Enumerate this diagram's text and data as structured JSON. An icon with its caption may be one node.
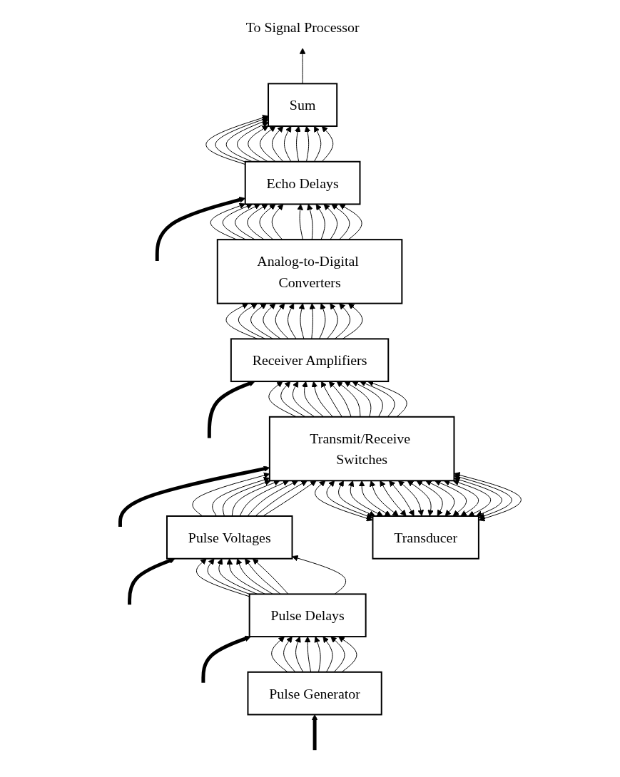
{
  "diagram": {
    "nodes": [
      {
        "text": [
          "To Signal Processor"
        ]
      },
      {
        "text": [
          "Sum"
        ]
      },
      {
        "text": [
          "Echo Delays"
        ]
      },
      {
        "text": [
          "Analog-to-Digital Converters"
        ]
      },
      {
        "text": [
          "Receiver Amplifiers"
        ]
      },
      {
        "text": [
          "Transmit/Receive Switches"
        ]
      },
      {
        "text": [
          "Pulse Voltages"
        ]
      },
      {
        "text": [
          "Pulse Delays"
        ]
      },
      {
        "text": [
          "Pulse Generator"
        ]
      },
      {
        "text": [
          "Transducer"
        ]
      }
    ],
    "edges": [
      {
        "from": 1,
        "to": 0,
        "arrow": "to"
      },
      {
        "from": null,
        "to": 2,
        "arrow": "to",
        "style": "thick"
      },
      {
        "from": null,
        "to": 4,
        "arrow": "to",
        "style": "thick"
      },
      {
        "from": null,
        "to": 5,
        "arrow": "to",
        "style": "thick"
      },
      {
        "from": null,
        "to": 6,
        "arrow": "to",
        "style": "thick"
      },
      {
        "from": null,
        "to": 7,
        "arrow": "to",
        "style": "thick"
      },
      {
        "from": null,
        "to": 8,
        "arrow": "to",
        "style": "thick"
      },
      {
        "from": 2,
        "to": 1,
        "arrow": "to"
      },
      {
        "from": 2,
        "to": 1,
        "arrow": "to"
      },
      {
        "from": 2,
        "to": 1,
        "arrow": "to"
      },
      {
        "from": 2,
        "to": 1,
        "arrow": "to"
      },
      {
        "from": 2,
        "to": 1,
        "arrow": "to"
      },
      {
        "from": 2,
        "to": 1,
        "arrow": "to"
      },
      {
        "from": 2,
        "to": 1,
        "arrow": "to"
      },
      {
        "from": 2,
        "to": 1,
        "arrow": "to"
      },
      {
        "from": 2,
        "to": 1,
        "arrow": "to"
      },
      {
        "from": 2,
        "to": 1,
        "arrow": "to"
      },
      {
        "from": 2,
        "to": 1,
        "arrow": "to"
      },
      {
        "from": 2,
        "to": 1,
        "arrow": "to"
      },
      {
        "from": 3,
        "to": 2,
        "arrow": "to"
      },
      {
        "from": 3,
        "to": 2,
        "arrow": "to"
      },
      {
        "from": 3,
        "to": 2,
        "arrow": "to"
      },
      {
        "from": 3,
        "to": 2,
        "arrow": "to"
      },
      {
        "from": 3,
        "to": 2,
        "arrow": "to"
      },
      {
        "from": 3,
        "to": 2,
        "arrow": "to"
      },
      {
        "from": 3,
        "to": 2,
        "arrow": "to"
      },
      {
        "from": 3,
        "to": 2,
        "arrow": "to"
      },
      {
        "from": 3,
        "to": 2,
        "arrow": "to"
      },
      {
        "from": 3,
        "to": 2,
        "arrow": "to"
      },
      {
        "from": 3,
        "to": 2,
        "arrow": "to"
      },
      {
        "from": 3,
        "to": 2,
        "arrow": "to"
      },
      {
        "from": 4,
        "to": 3,
        "arrow": "to"
      },
      {
        "from": 4,
        "to": 3,
        "arrow": "to"
      },
      {
        "from": 4,
        "to": 3,
        "arrow": "to"
      },
      {
        "from": 4,
        "to": 3,
        "arrow": "to"
      },
      {
        "from": 4,
        "to": 3,
        "arrow": "to"
      },
      {
        "from": 4,
        "to": 3,
        "arrow": "to"
      },
      {
        "from": 4,
        "to": 3,
        "arrow": "to"
      },
      {
        "from": 4,
        "to": 3,
        "arrow": "to"
      },
      {
        "from": 4,
        "to": 3,
        "arrow": "to"
      },
      {
        "from": 4,
        "to": 3,
        "arrow": "to"
      },
      {
        "from": 4,
        "to": 3,
        "arrow": "to"
      },
      {
        "from": 4,
        "to": 3,
        "arrow": "to"
      },
      {
        "from": 5,
        "to": 4,
        "arrow": "to"
      },
      {
        "from": 5,
        "to": 4,
        "arrow": "to"
      },
      {
        "from": 5,
        "to": 4,
        "arrow": "to"
      },
      {
        "from": 5,
        "to": 4,
        "arrow": "to"
      },
      {
        "from": 5,
        "to": 4,
        "arrow": "to"
      },
      {
        "from": 5,
        "to": 4,
        "arrow": "to"
      },
      {
        "from": 5,
        "to": 4,
        "arrow": "to"
      },
      {
        "from": 5,
        "to": 4,
        "arrow": "to"
      },
      {
        "from": 5,
        "to": 4,
        "arrow": "to"
      },
      {
        "from": 5,
        "to": 4,
        "arrow": "to"
      },
      {
        "from": 5,
        "to": 4,
        "arrow": "to"
      },
      {
        "from": 5,
        "to": 4,
        "arrow": "to"
      },
      {
        "from": 6,
        "to": 5,
        "arrow": "to"
      },
      {
        "from": 6,
        "to": 5,
        "arrow": "to"
      },
      {
        "from": 6,
        "to": 5,
        "arrow": "to"
      },
      {
        "from": 6,
        "to": 5,
        "arrow": "to"
      },
      {
        "from": 6,
        "to": 5,
        "arrow": "to"
      },
      {
        "from": 6,
        "to": 5,
        "arrow": "to"
      },
      {
        "from": 6,
        "to": 5,
        "arrow": "to"
      },
      {
        "from": 6,
        "to": 5,
        "arrow": "to"
      },
      {
        "from": 7,
        "to": 6,
        "arrow": "to"
      },
      {
        "from": 7,
        "to": 6,
        "arrow": "to"
      },
      {
        "from": 7,
        "to": 6,
        "arrow": "to"
      },
      {
        "from": 7,
        "to": 6,
        "arrow": "to"
      },
      {
        "from": 7,
        "to": 6,
        "arrow": "to"
      },
      {
        "from": 7,
        "to": 6,
        "arrow": "to"
      },
      {
        "from": 7,
        "to": 6,
        "arrow": "to"
      },
      {
        "from": 7,
        "to": 6,
        "arrow": "to"
      },
      {
        "from": 8,
        "to": 7,
        "arrow": "to"
      },
      {
        "from": 8,
        "to": 7,
        "arrow": "to"
      },
      {
        "from": 8,
        "to": 7,
        "arrow": "to"
      },
      {
        "from": 8,
        "to": 7,
        "arrow": "to"
      },
      {
        "from": 8,
        "to": 7,
        "arrow": "to"
      },
      {
        "from": 8,
        "to": 7,
        "arrow": "to"
      },
      {
        "from": 8,
        "to": 7,
        "arrow": "to"
      },
      {
        "from": 8,
        "to": 7,
        "arrow": "to"
      },
      {
        "from": 9,
        "to": 5,
        "arrow": "both"
      },
      {
        "from": 9,
        "to": 5,
        "arrow": "both"
      },
      {
        "from": 9,
        "to": 5,
        "arrow": "both"
      },
      {
        "from": 9,
        "to": 5,
        "arrow": "both"
      },
      {
        "from": 9,
        "to": 5,
        "arrow": "both"
      },
      {
        "from": 9,
        "to": 5,
        "arrow": "both"
      },
      {
        "from": 9,
        "to": 5,
        "arrow": "both"
      },
      {
        "from": 9,
        "to": 5,
        "arrow": "both"
      },
      {
        "from": 9,
        "to": 5,
        "arrow": "both"
      },
      {
        "from": 9,
        "to": 5,
        "arrow": "both"
      },
      {
        "from": 9,
        "to": 5,
        "arrow": "both"
      },
      {
        "from": 9,
        "to": 5,
        "arrow": "both"
      },
      {
        "from": 9,
        "to": 5,
        "arrow": "both"
      },
      {
        "from": 9,
        "to": 5,
        "arrow": "both"
      },
      {
        "from": 9,
        "to": 5,
        "arrow": "both"
      },
      {
        "from": 9,
        "to": 5,
        "arrow": "both"
      },
      {
        "from": 9,
        "to": 5,
        "arrow": "both"
      },
      {
        "from": 9,
        "to": 5,
        "arrow": "both"
      }
    ]
  }
}
